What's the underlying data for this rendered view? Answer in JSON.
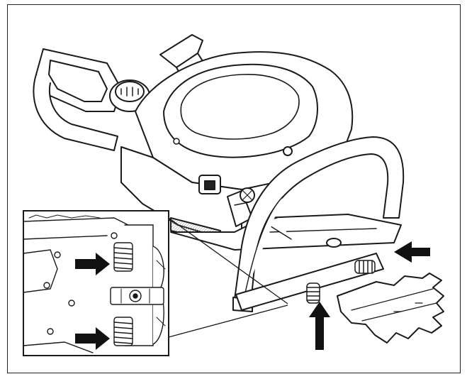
{
  "illustration": {
    "subject": "hedge-trimmer-anti-vibration-dampers",
    "main_view_icon": "hedge-trimmer-icon",
    "inset_icon": "damper-spring-detail-icon",
    "arrow_icon": "black-arrow-icon",
    "arrows_main": [
      "pointing-left",
      "pointing-up"
    ],
    "arrows_inset": [
      "pointing-right",
      "pointing-right"
    ],
    "colors": {
      "line": "#1a1a1a",
      "fill": "#ffffff",
      "shade": "#d9d9d9",
      "arrow": "#111111"
    }
  }
}
